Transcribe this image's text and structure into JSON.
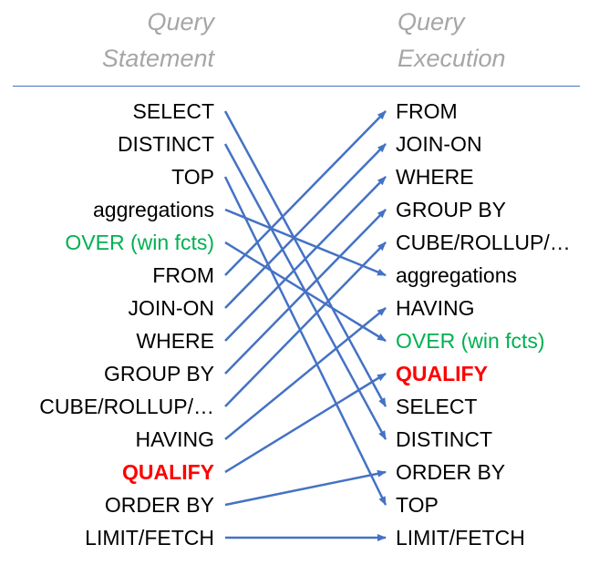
{
  "headers": {
    "left": "Query\nStatement",
    "right": "Query\nExecution"
  },
  "colors": {
    "header": "#a6a6a6",
    "arrow": "#4472c4",
    "green": "#00b050",
    "red": "#ff0000",
    "divider": "#4472c4"
  },
  "statement_order": [
    {
      "label": "SELECT",
      "style": "normal"
    },
    {
      "label": "DISTINCT",
      "style": "normal"
    },
    {
      "label": "TOP",
      "style": "normal"
    },
    {
      "label": "aggregations",
      "style": "normal"
    },
    {
      "label": "OVER (win fcts)",
      "style": "green"
    },
    {
      "label": "FROM",
      "style": "normal"
    },
    {
      "label": "JOIN-ON",
      "style": "normal"
    },
    {
      "label": "WHERE",
      "style": "normal"
    },
    {
      "label": "GROUP BY",
      "style": "normal"
    },
    {
      "label": "CUBE/ROLLUP/…",
      "style": "normal"
    },
    {
      "label": "HAVING",
      "style": "normal"
    },
    {
      "label": "QUALIFY",
      "style": "red"
    },
    {
      "label": "ORDER BY",
      "style": "normal"
    },
    {
      "label": "LIMIT/FETCH",
      "style": "normal"
    }
  ],
  "execution_order": [
    {
      "label": "FROM",
      "style": "normal"
    },
    {
      "label": "JOIN-ON",
      "style": "normal"
    },
    {
      "label": "WHERE",
      "style": "normal"
    },
    {
      "label": "GROUP BY",
      "style": "normal"
    },
    {
      "label": "CUBE/ROLLUP/…",
      "style": "normal"
    },
    {
      "label": "aggregations",
      "style": "normal"
    },
    {
      "label": "HAVING",
      "style": "normal"
    },
    {
      "label": "OVER (win fcts)",
      "style": "green"
    },
    {
      "label": "QUALIFY",
      "style": "red"
    },
    {
      "label": "SELECT",
      "style": "normal"
    },
    {
      "label": "DISTINCT",
      "style": "normal"
    },
    {
      "label": "ORDER BY",
      "style": "normal"
    },
    {
      "label": "TOP",
      "style": "normal"
    },
    {
      "label": "LIMIT/FETCH",
      "style": "normal"
    }
  ]
}
